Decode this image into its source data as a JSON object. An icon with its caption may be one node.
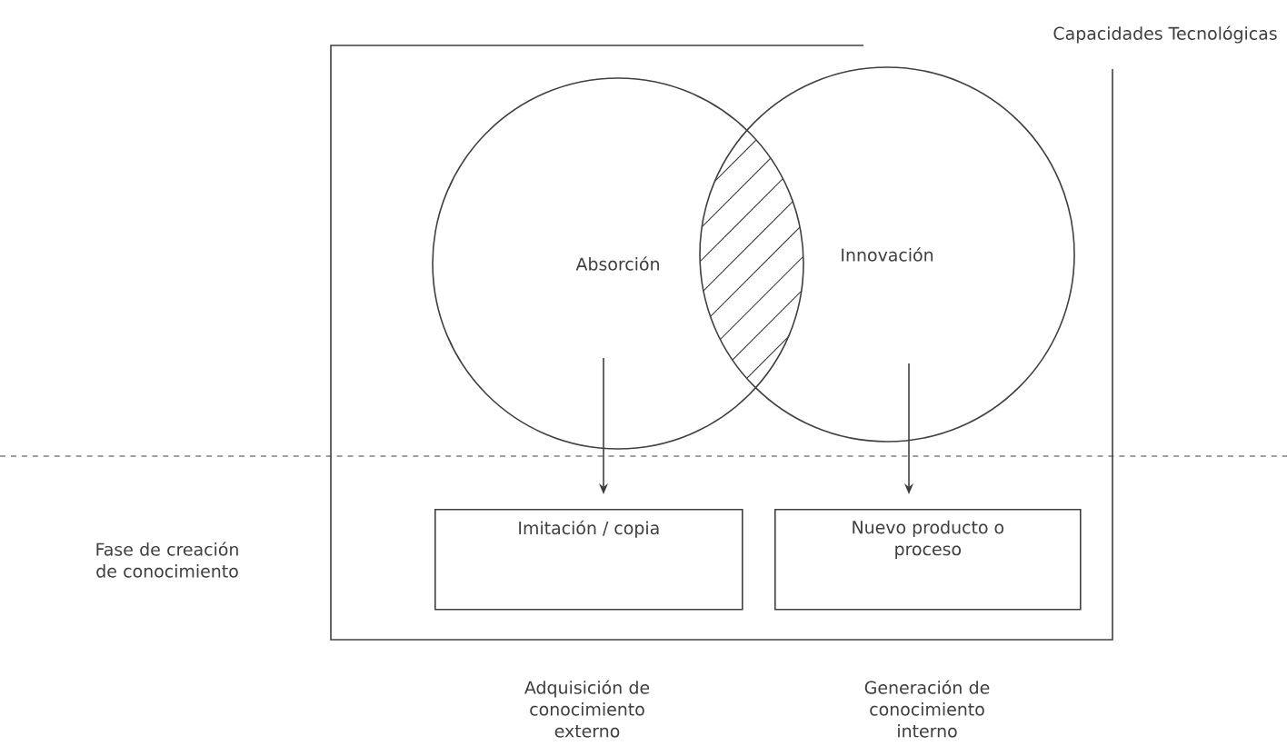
{
  "diagram": {
    "nodes": [
      {
        "text": [
          "Capacidades Tecnológicas"
        ]
      },
      {
        "text": [
          "Absorción"
        ],
        "in": 0
      },
      {
        "text": [
          "Innovación"
        ],
        "in": 0
      },
      {
        "text": [
          "Imitación / copia"
        ],
        "in": 0
      },
      {
        "text": [
          "Nuevo producto o proceso"
        ],
        "in": 0
      }
    ],
    "edges": [
      {
        "from": 1,
        "to": 3,
        "arrow": "to"
      },
      {
        "from": 2,
        "to": 4,
        "arrow": "to"
      }
    ],
    "labels": [
      "Fase de creación de conocimiento",
      "Adquisición de conocimiento externo",
      "Generación de conocimiento interno"
    ]
  }
}
